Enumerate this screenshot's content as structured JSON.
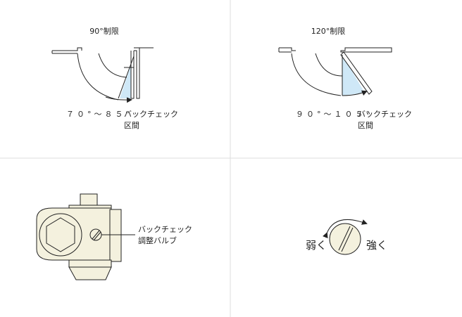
{
  "panels": {
    "limit90": {
      "title": "90°制限",
      "range": "７０°～８５°",
      "label_line1": "バックチェック",
      "label_line2": "区間"
    },
    "limit120": {
      "title": "120°制限",
      "range": "９０°～１０５°",
      "label_line1": "バックチェック",
      "label_line2": "区間"
    },
    "valve": {
      "label_line1": "バックチェック",
      "label_line2": "調整バルブ"
    },
    "dial": {
      "weak": "弱く",
      "strong": "強く"
    }
  },
  "colors": {
    "line": "#222222",
    "highlight": "#cfe8f7",
    "body_fill": "#f4f1de",
    "grid": "#dddddd"
  }
}
